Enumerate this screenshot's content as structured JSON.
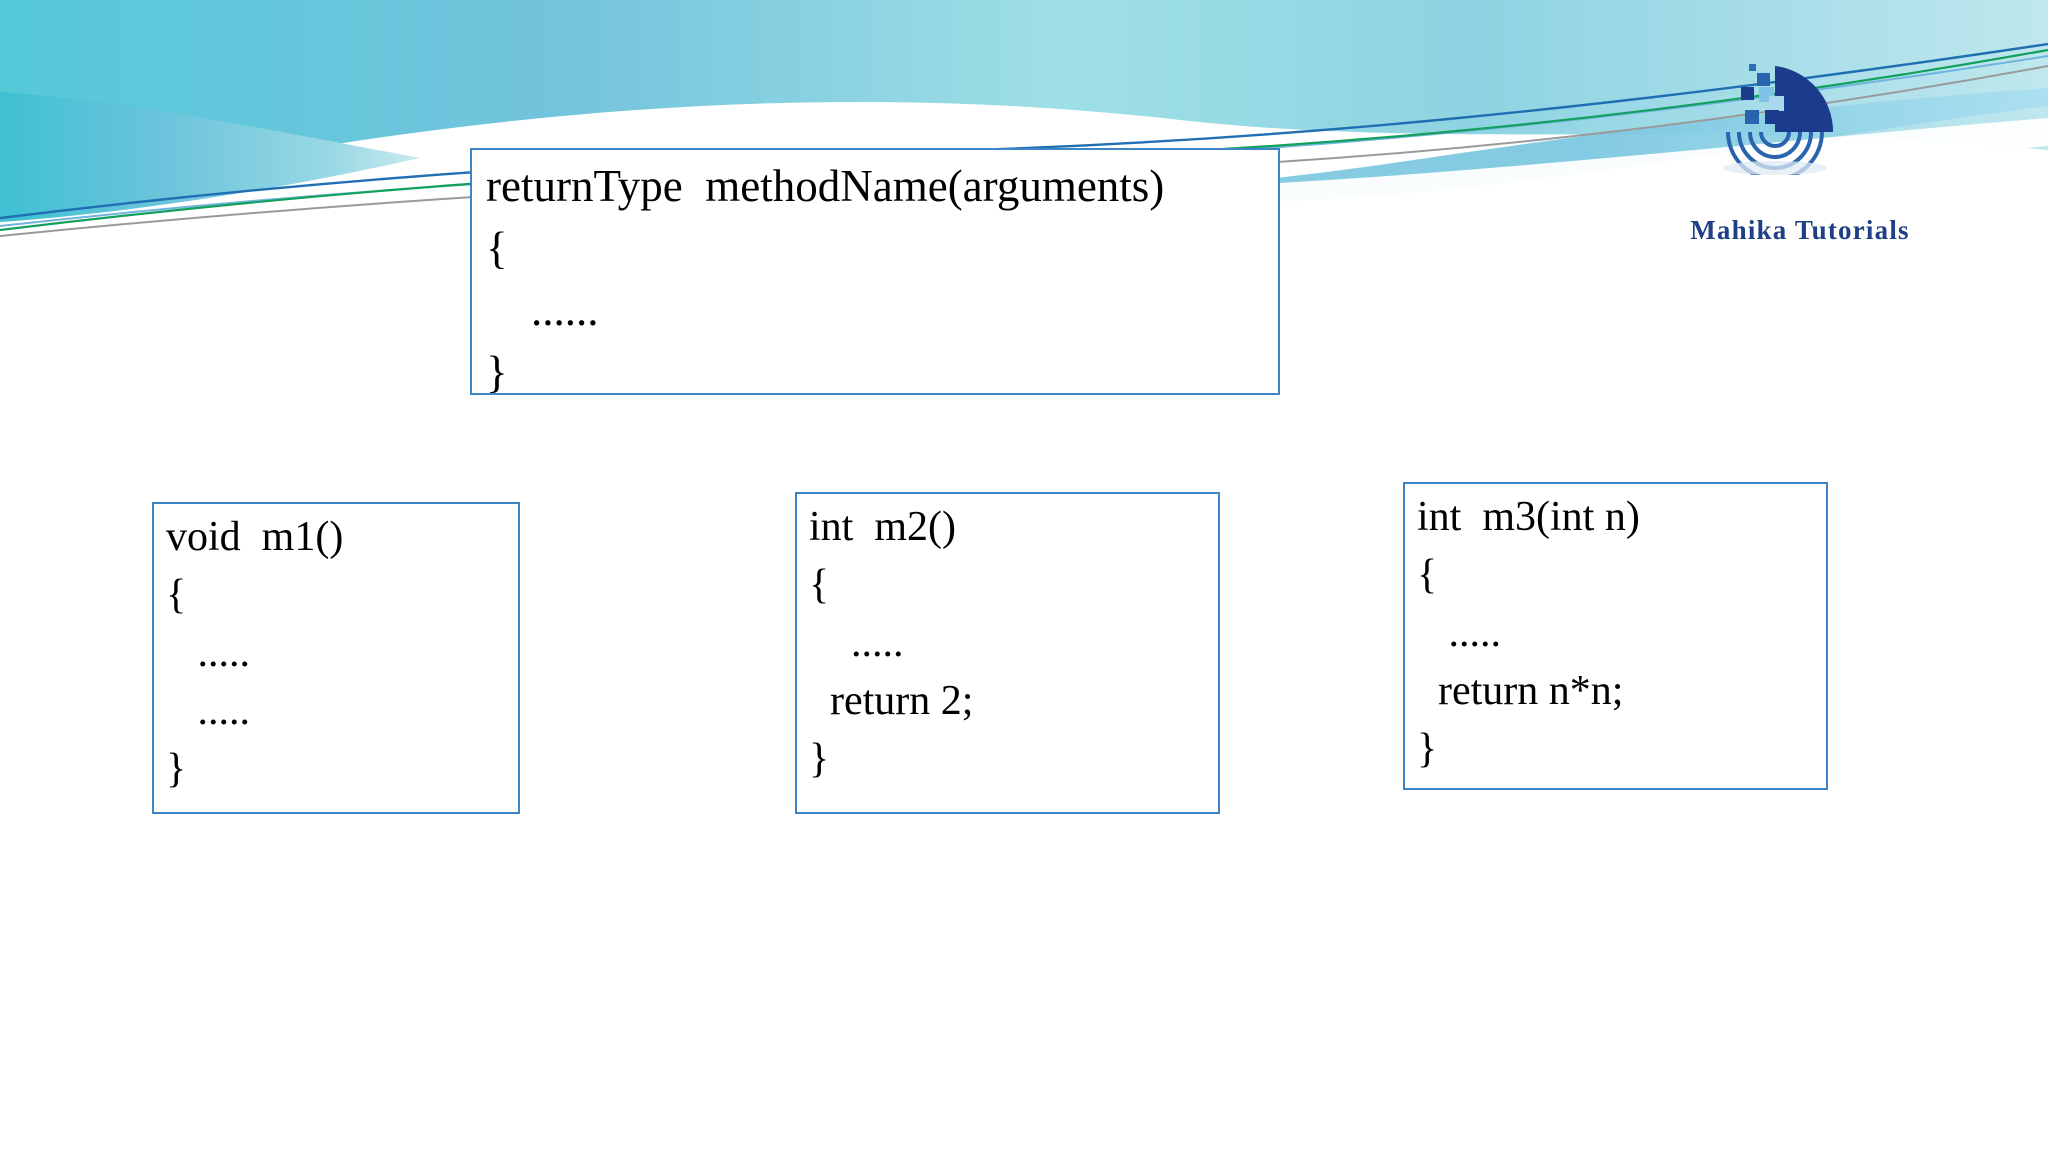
{
  "slide": {
    "theme_name": "flow-wave-header",
    "background_color": "#ffffff",
    "accent_colors": {
      "wave_teal": "#5ec8d8",
      "wave_light_cyan": "#a9e3ea",
      "wave_blue": "#6fbcd8",
      "line_green": "#12a05c",
      "line_blue": "#1f6fb2",
      "line_grey": "#9a9a9a",
      "box_border": "#3d85c6",
      "logo_navy": "#1f3f86",
      "text_black": "#000000"
    }
  },
  "logo": {
    "text": "Mahika Tutorials",
    "mark_name": "radar-arcs-pixels-logo"
  },
  "boxes": {
    "signature": {
      "title": "method-signature-syntax",
      "lines": [
        "returnType  methodName(arguments)",
        "{",
        "    ......",
        "}"
      ]
    },
    "m1": {
      "title": "method-m1-void-no-args",
      "lines": [
        "void  m1()",
        "{",
        "   .....",
        "   .....",
        "}"
      ]
    },
    "m2": {
      "title": "method-m2-int-no-args",
      "lines": [
        "int  m2()",
        "{",
        "    .....",
        "  return 2;",
        "}"
      ]
    },
    "m3": {
      "title": "method-m3-int-with-arg",
      "lines": [
        "int  m3(int n)",
        "{",
        "   .....",
        "  return n*n;",
        "}"
      ]
    }
  }
}
